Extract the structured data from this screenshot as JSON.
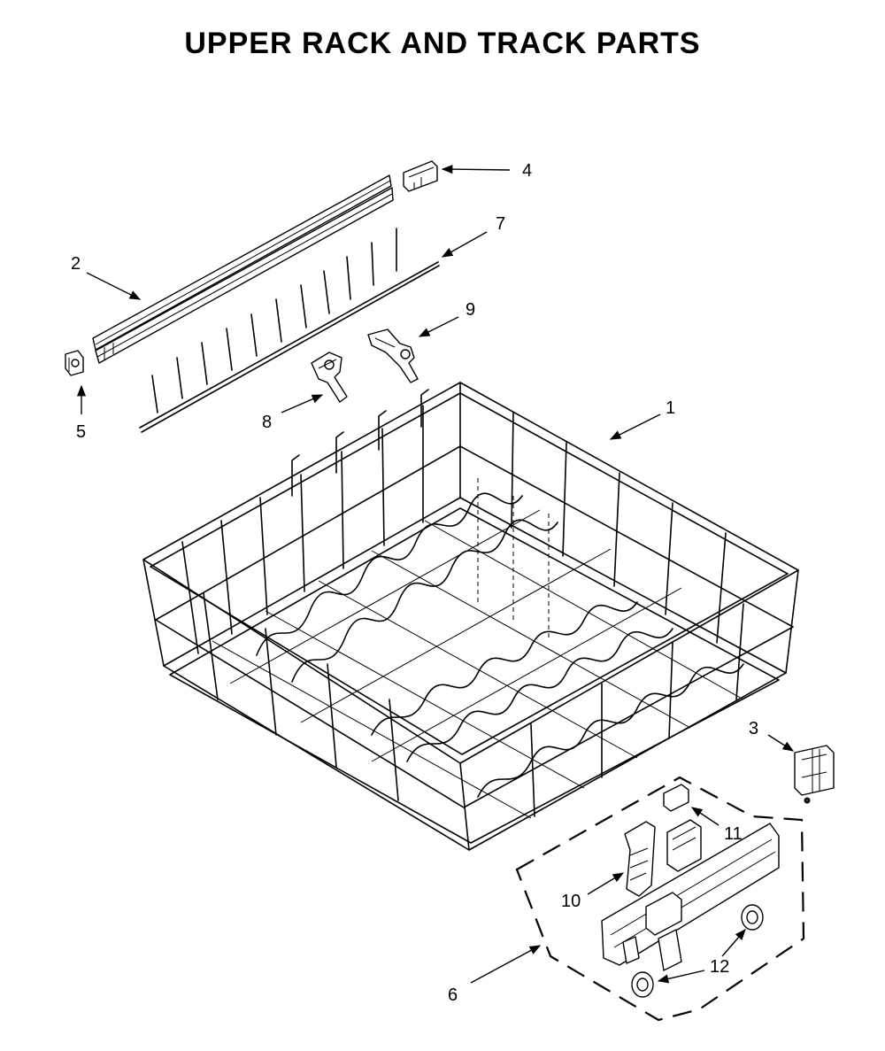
{
  "title": "UPPER RACK AND TRACK PARTS",
  "callouts": {
    "c1": "1",
    "c2": "2",
    "c3": "3",
    "c4": "4",
    "c5": "5",
    "c6": "6",
    "c7": "7",
    "c8": "8",
    "c9": "9",
    "c10": "10",
    "c11": "11",
    "c12": "12"
  }
}
